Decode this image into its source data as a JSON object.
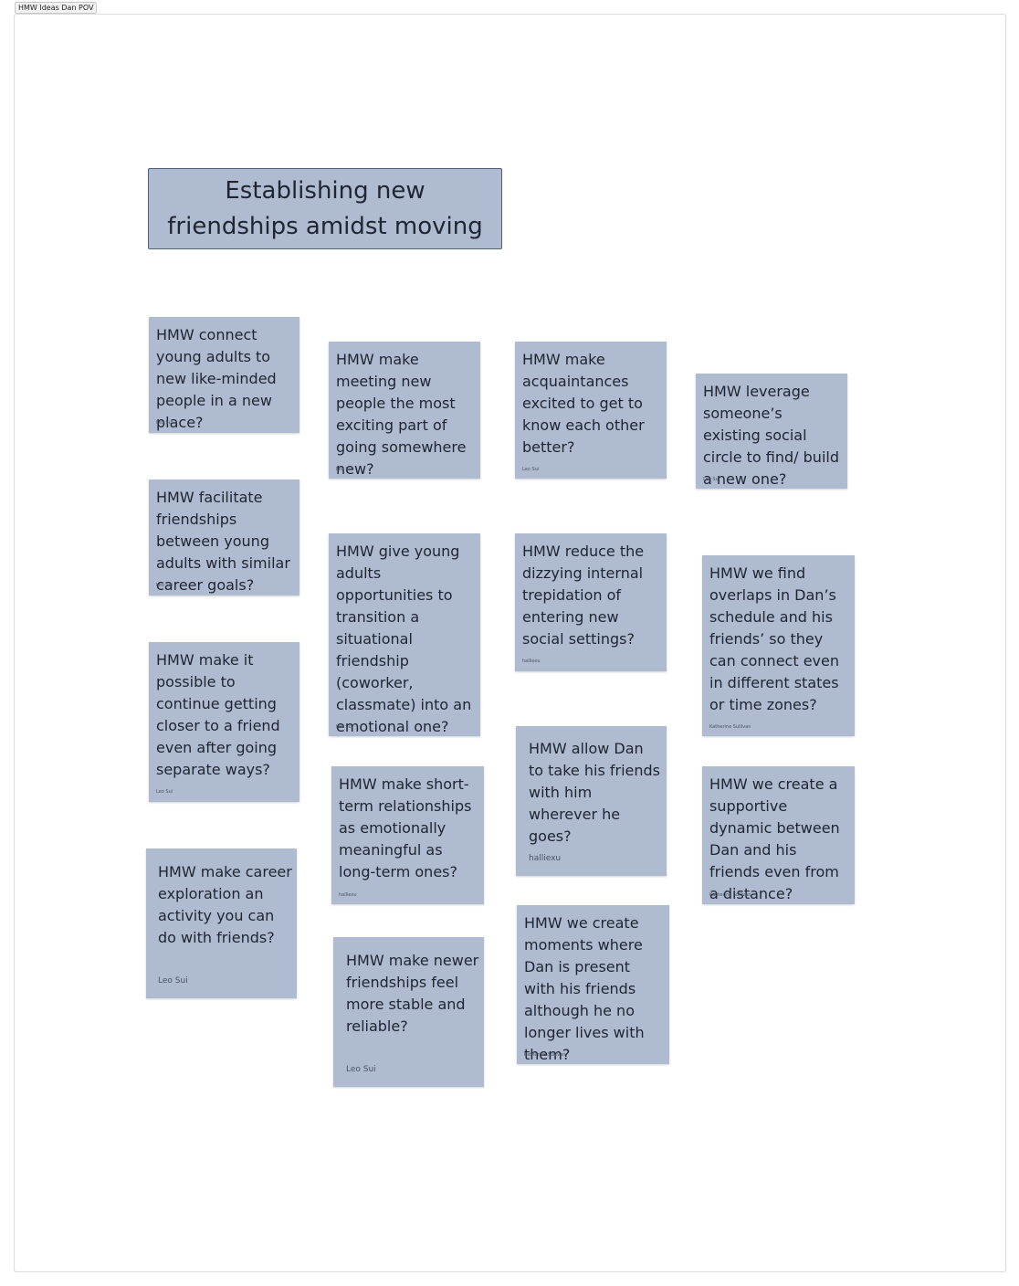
{
  "frame": {
    "label": "HMW Ideas Dan POV"
  },
  "title": "Establishing new friendships amidst moving",
  "notes": [
    {
      "text": "HMW connect young adults to new like-minded people in a new place?",
      "author": "Leo Sui"
    },
    {
      "text": "HMW make meeting new people the most exciting part of going somewhere new?",
      "author": "Leo Sui"
    },
    {
      "text": "HMW make acquaintances excited to get to know each other better?",
      "author": "Leo Sui"
    },
    {
      "text": "HMW leverage someone’s existing social circle to find/ build a new one?",
      "author": "Leo Sui"
    },
    {
      "text": "HMW facilitate friendships between young adults with similar career goals?",
      "author": "Leo Sui"
    },
    {
      "text": "HMW give young adults opportunities to transition a situational friendship (coworker, classmate) into an emotional one?",
      "author": "Leo Sui"
    },
    {
      "text": "HMW reduce the dizzying internal trepidation of entering new social settings?",
      "author": "halliexu"
    },
    {
      "text": "HMW we find overlaps in Dan’s schedule and his friends’ so they can connect even in different states or time zones?",
      "author": "Katherine Sullivan"
    },
    {
      "text": "HMW make it possible to continue getting closer to a friend even after going separate ways?",
      "author": "Leo Sui"
    },
    {
      "text": "HMW allow Dan to take his friends with him wherever he goes?",
      "author": "halliexu"
    },
    {
      "text": "HMW make short-term relationships as emotionally meaningful as long-term ones?",
      "author": "halliexu"
    },
    {
      "text": "HMW we create a supportive dynamic between Dan and his friends even from a distance?",
      "author": "Katherine Sullivan"
    },
    {
      "text": "HMW make career exploration an activity you can do with friends?",
      "author": "Leo Sui"
    },
    {
      "text": "HMW we create moments where Dan is present with his friends although he no longer lives with them?",
      "author": "Katherine Sullivan"
    },
    {
      "text": "HMW make newer friendships feel more stable and reliable?",
      "author": "Leo Sui"
    }
  ]
}
